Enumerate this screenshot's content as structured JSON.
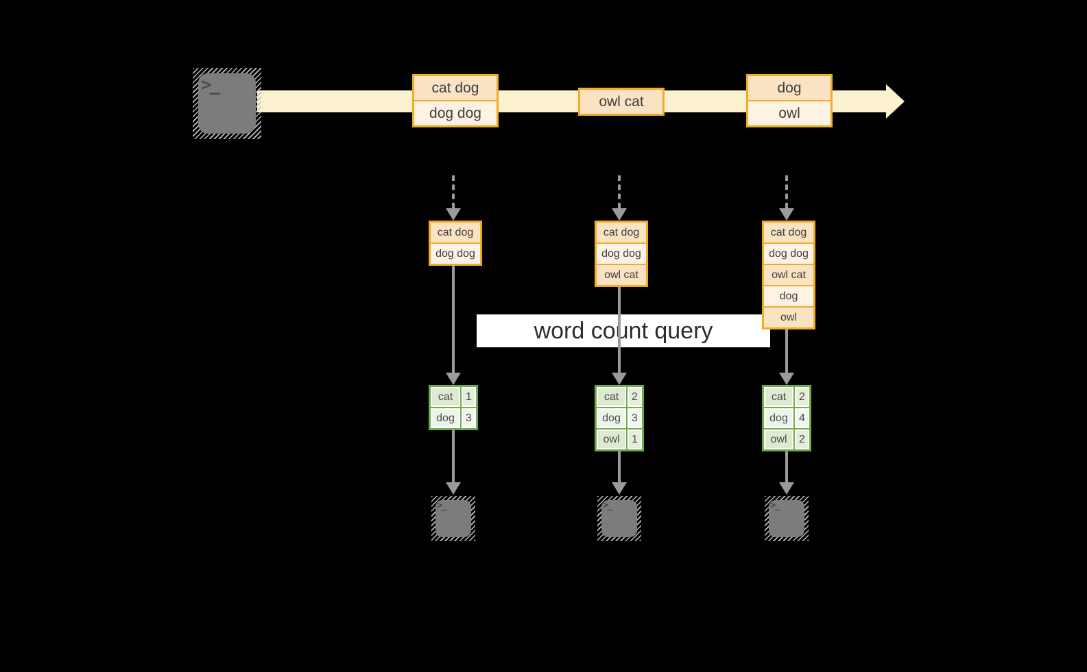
{
  "banner": {
    "label": "word count query"
  },
  "terminal_glyph": ">_",
  "colors": {
    "background": "#000000",
    "stream_band": "#FCF1CE",
    "event_box_border": "#F0AC28",
    "event_fill_dark": "#FAE3C2",
    "event_fill_light": "#FDF2E4",
    "table_border": "#6FAD47",
    "table_cell_dark": "#DEE9D1",
    "table_cell_light": "#EFF4EA",
    "arrow_gray": "#9B9B9B",
    "terminal_gray": "#7C7C7C",
    "banner_bg": "#FFFFFF",
    "text_dark": "#3E3E3E"
  },
  "stream": {
    "events": [
      {
        "lines": [
          "cat dog",
          "dog dog"
        ]
      },
      {
        "lines": [
          "owl cat"
        ]
      },
      {
        "lines": [
          "dog",
          "owl"
        ]
      }
    ]
  },
  "columns": [
    {
      "buffer": [
        "cat dog",
        "dog dog"
      ],
      "counts": [
        {
          "word": "cat",
          "count": "1"
        },
        {
          "word": "dog",
          "count": "3"
        }
      ]
    },
    {
      "buffer": [
        "cat dog",
        "dog dog",
        "owl cat"
      ],
      "counts": [
        {
          "word": "cat",
          "count": "2"
        },
        {
          "word": "dog",
          "count": "3"
        },
        {
          "word": "owl",
          "count": "1"
        }
      ]
    },
    {
      "buffer": [
        "cat dog",
        "dog dog",
        "owl cat",
        "dog",
        "owl"
      ],
      "counts": [
        {
          "word": "cat",
          "count": "2"
        },
        {
          "word": "dog",
          "count": "4"
        },
        {
          "word": "owl",
          "count": "2"
        }
      ]
    }
  ]
}
